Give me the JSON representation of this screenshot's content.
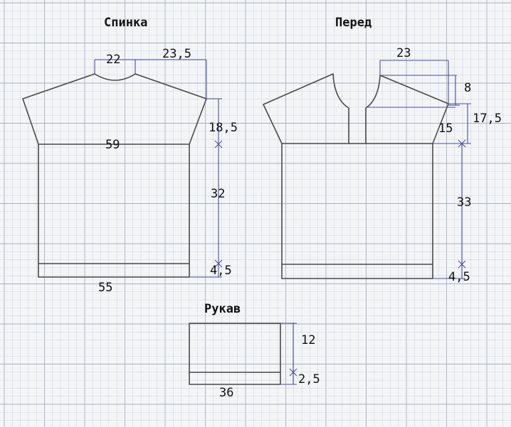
{
  "pieces": {
    "back": {
      "title": "Спинка",
      "neck_width": "22",
      "shoulder_width": "23,5",
      "chest_width": "59",
      "armhole_height": "18,5",
      "body_height": "32",
      "rib_height": "4,5",
      "hem_width": "55"
    },
    "front": {
      "title": "Перед",
      "shoulder_width": "23",
      "neck_depth": "8",
      "placket_depth": "15",
      "armhole_height": "17,5",
      "body_height": "33",
      "rib_height": "4,5"
    },
    "sleeve": {
      "title": "Рукав",
      "height": "12",
      "rib_height": "2,5",
      "width": "36"
    }
  },
  "colors": {
    "paper": "#f4f5f7",
    "grid_minor": "#c9d0dc",
    "grid_major": "#a6b0c2",
    "outline": "#4a4a4a",
    "dimension": "#4a4f9a"
  }
}
